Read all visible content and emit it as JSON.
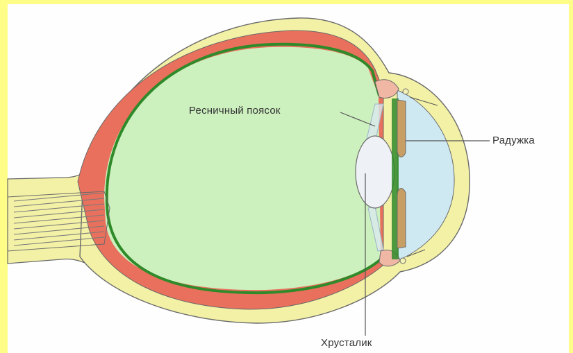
{
  "labels": {
    "ciliary_band": "Ресничный поясок",
    "iris": "Радужка",
    "lens": "Хрусталик"
  },
  "colors": {
    "frame": "#fdfd88",
    "background": "#fdfefd",
    "sclera": "#f3f1a6",
    "choroid": "#e8705c",
    "retina": "#2f8a2a",
    "vitreous": "#cdf0bf",
    "cornea_chamber": "#cfe9f2",
    "lens": "#eef2f6",
    "iris": "#c79e63",
    "ciliary": "#f0b8a4",
    "outline": "#6a6a6a",
    "leader": "#555555"
  }
}
